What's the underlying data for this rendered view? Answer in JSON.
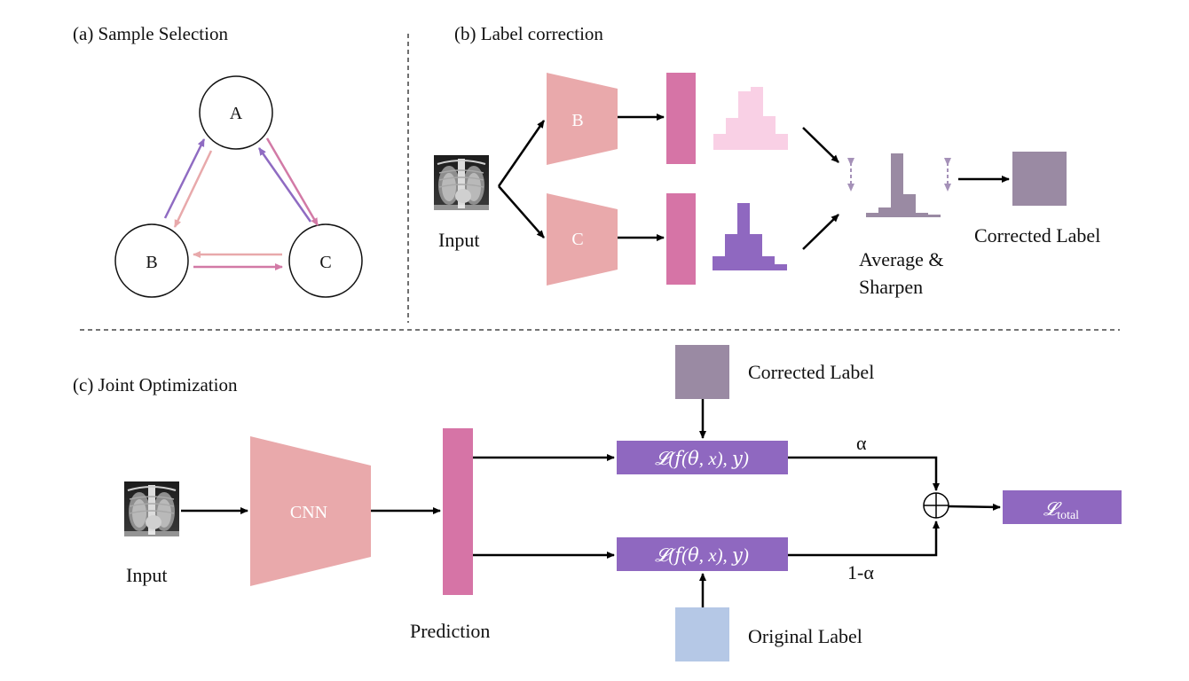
{
  "colors": {
    "salmon": "#e9a9ab",
    "magenta": "#d674a6",
    "purple": "#8f68c0",
    "light_pink": "#f9d0e5",
    "mauve": "#9a8aa3",
    "light_blue": "#b5c8e6",
    "arrow_purple": "#8f6bc2",
    "arrow_pink": "#d27aa6",
    "arrow_salmon": "#e8a9ab"
  },
  "panel_a": {
    "title": "(a) Sample Selection",
    "nodes": {
      "a": "A",
      "b": "B",
      "c": "C"
    }
  },
  "panel_b": {
    "title": "(b) Label correction",
    "input_label": "Input",
    "net_b": "B",
    "net_c": "C",
    "avg_line1": "Average &",
    "avg_line2": "Sharpen",
    "corrected_label": "Corrected Label"
  },
  "panel_c": {
    "title": "(c) Joint Optimization",
    "input_label": "Input",
    "cnn_label": "CNN",
    "prediction_label": "Prediction",
    "corrected_label": "Corrected Label",
    "original_label": "Original Label",
    "loss_top": "𝓛(𝑓(𝜃,  x), 𝑦)",
    "loss_bottom": "𝓛(𝑓(𝜃,  x), 𝑦)",
    "alpha": "α",
    "one_minus_alpha": "1-α",
    "total_loss_symbol": "𝓛",
    "total_loss_subscript": "total"
  }
}
